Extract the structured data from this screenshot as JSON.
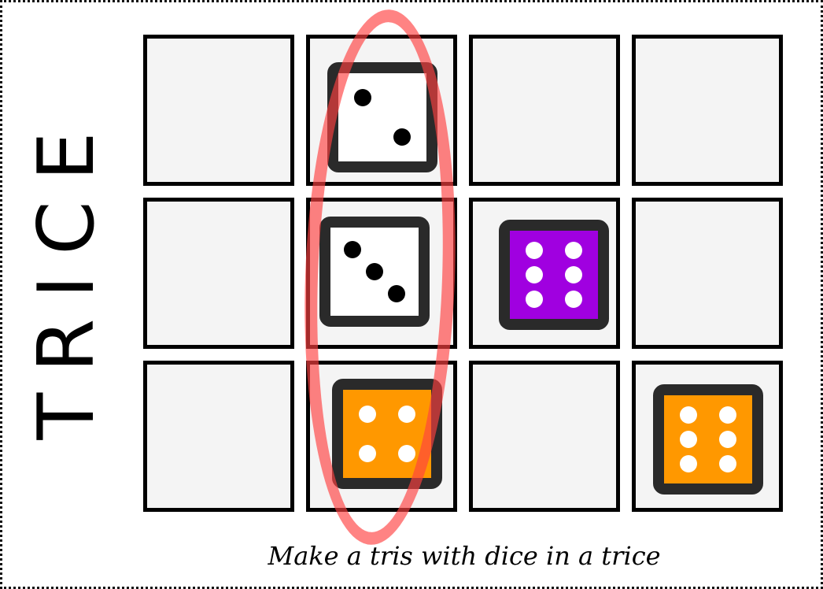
{
  "game": {
    "title": "TRICE",
    "tagline": "Make a tris with dice in a trice",
    "grid": {
      "rows": 3,
      "cols": 4
    },
    "colors": {
      "white": "#ffffff",
      "purple": "#a000e0",
      "orange": "#ff9800",
      "highlight": "#ff4040"
    },
    "dice": [
      {
        "row": 0,
        "col": 1,
        "value": 2,
        "color": "white",
        "pip_color": "#000000"
      },
      {
        "row": 1,
        "col": 1,
        "value": 3,
        "color": "white",
        "pip_color": "#000000"
      },
      {
        "row": 1,
        "col": 2,
        "value": 6,
        "color": "purple",
        "pip_color": "#ffffff"
      },
      {
        "row": 2,
        "col": 1,
        "value": 4,
        "color": "orange",
        "pip_color": "#ffffff"
      },
      {
        "row": 2,
        "col": 3,
        "value": 6,
        "color": "orange",
        "pip_color": "#ffffff"
      }
    ],
    "highlight": {
      "type": "column",
      "col": 1
    }
  }
}
